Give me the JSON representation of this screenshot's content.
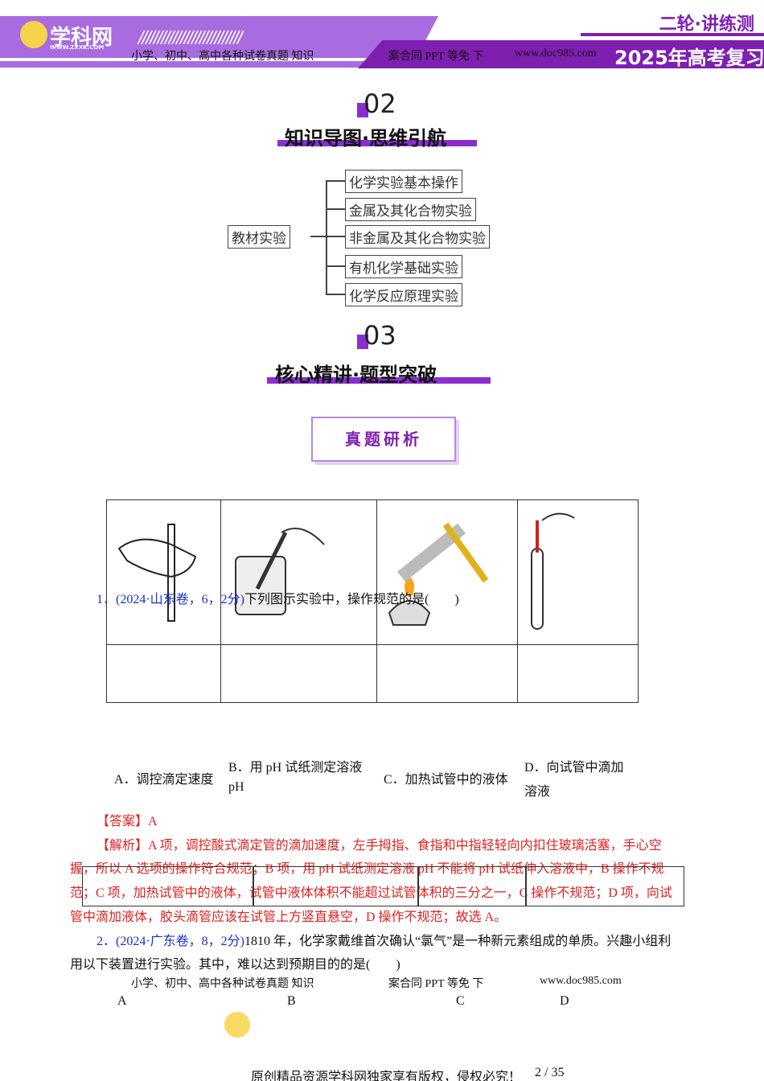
{
  "header": {
    "logo_text": "学科网",
    "logo_sub": "WWW.ZXXK.COM",
    "series": "二轮·讲练测",
    "year_title": "2025年高考复习",
    "watermark_left": "小学、初中、高中各种试卷真题 知识",
    "watermark_mid": "案合同 PPT 等免 下",
    "watermark_right": "www.doc985.com"
  },
  "section2": {
    "number": "02",
    "title": "知识导图·思维引航"
  },
  "mindmap": {
    "root": "教材实验",
    "branches": [
      "化学实验基本操作",
      "金属及其化合物实验",
      "非金属及其化合物实验",
      "有机化学基础实验",
      "化学反应原理实验"
    ]
  },
  "section3": {
    "number": "03",
    "title": "核心精讲·题型突破"
  },
  "badge": "真题研析",
  "q1": {
    "source": "1．(2024·山东卷，6，2分)",
    "stem": "下列图示实验中，操作规范的是(　　)",
    "options": [
      {
        "line1": "A．调控滴定速度",
        "line2": ""
      },
      {
        "line1": "B．用 pH 试纸测定溶液",
        "line2": "pH"
      },
      {
        "line1": "C．加热试管中的液体",
        "line2": ""
      },
      {
        "line1": "D．向试管中滴加",
        "line2": "溶液"
      }
    ],
    "answer": "【答案】A",
    "analysis": [
      "【解析】A 项，调控酸式滴定管的滴加速度，左手拇指、食指和中指轻轻向内扣住玻璃活塞，手心空",
      "握，所以 A 选项的操作符合规范；B 项，用 pH 试纸测定溶液 pH 不能将 pH 试纸伸入溶液中，B 操作不规",
      "范；C 项，加热试管中的液体，试管中液体体积不能超过试管体积的三分之一，C 操作不规范；D 项，向试",
      "管中滴加液体，胶头滴管应该在试管上方竖直悬空，D 操作不规范；故选 A。"
    ]
  },
  "q2": {
    "source": "2．(2024·广东卷，8，2分)",
    "stem1": "1810 年，化学家戴维首次确认“氯气”是一种新元素组成的单质。兴趣小组",
    "stem_overflow": "利",
    "stem2": "用以下装置进行实验。其中，难以达到预期目的的是(　　)",
    "labels": [
      "A",
      "B",
      "C",
      "D"
    ]
  },
  "footer": {
    "copyright": "原创精品资源学科网独家享有版权，侵权必究！",
    "page": "2 / 35"
  },
  "colors": {
    "purple": "#7e1fb0",
    "light_purple": "#a96be0",
    "answer_red": "#e02020",
    "source_blue": "#1a2fc8"
  }
}
